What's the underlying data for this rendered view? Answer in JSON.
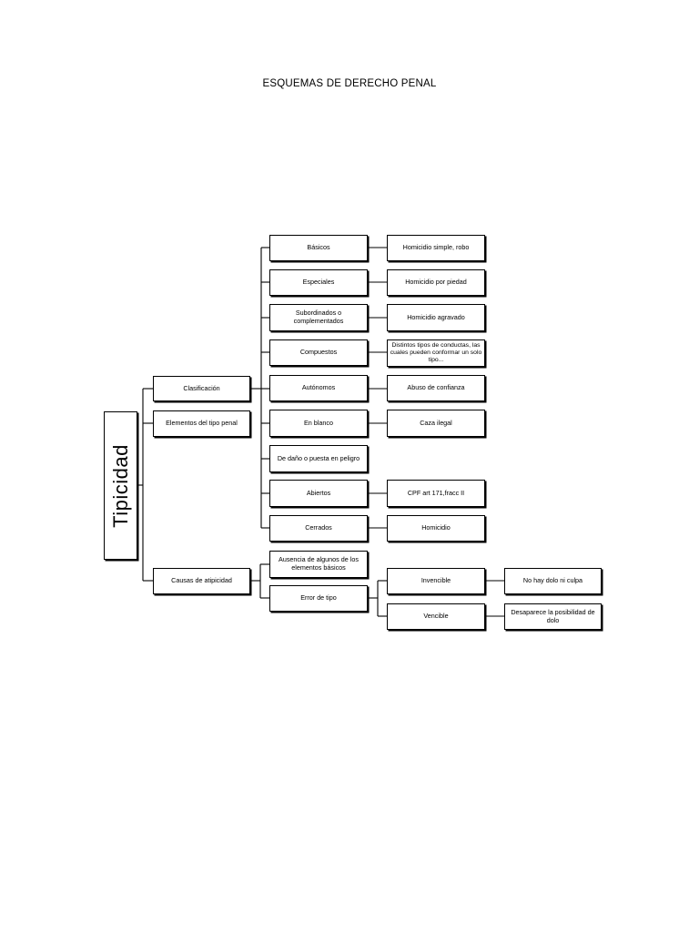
{
  "title": "ESQUEMAS DE DERECHO PENAL",
  "root": "Tipicidad",
  "level1": {
    "clasificacion": "Clasificación",
    "elementos": "Elementos del tipo penal",
    "causas": "Causas de atipicidad"
  },
  "clasificacion": {
    "basicos": "Básicos",
    "especiales": "Especiales",
    "subordinados": "Subordinados o complementados",
    "compuestos": "Compuestos",
    "autonomos": "Autónomos",
    "en_blanco": "En blanco",
    "de_dano": "De daño o puesta en peligro",
    "abiertos": "Abiertos",
    "cerrados": "Cerrados"
  },
  "ejemplos": {
    "basicos": "Homicidio simple, robo",
    "especiales": "Homicidio por piedad",
    "subordinados": "Homicidio agravado",
    "compuestos": "Distintos tipos de conductas, las cuales pueden conformar un solo tipo...",
    "autonomos": "Abuso de confianza",
    "en_blanco": "Caza ilegal",
    "abiertos": "CPF art 171,fracc II",
    "cerrados": "Homicidio"
  },
  "causas": {
    "ausencia": "Ausencia de algunos de los elementos básicos",
    "error": "Error de tipo"
  },
  "error": {
    "invencible": "Invencible",
    "vencible": "Vencible"
  },
  "error_efectos": {
    "invencible": "No hay dolo ni culpa",
    "vencible": "Desaparece la posibilidad de dolo"
  }
}
